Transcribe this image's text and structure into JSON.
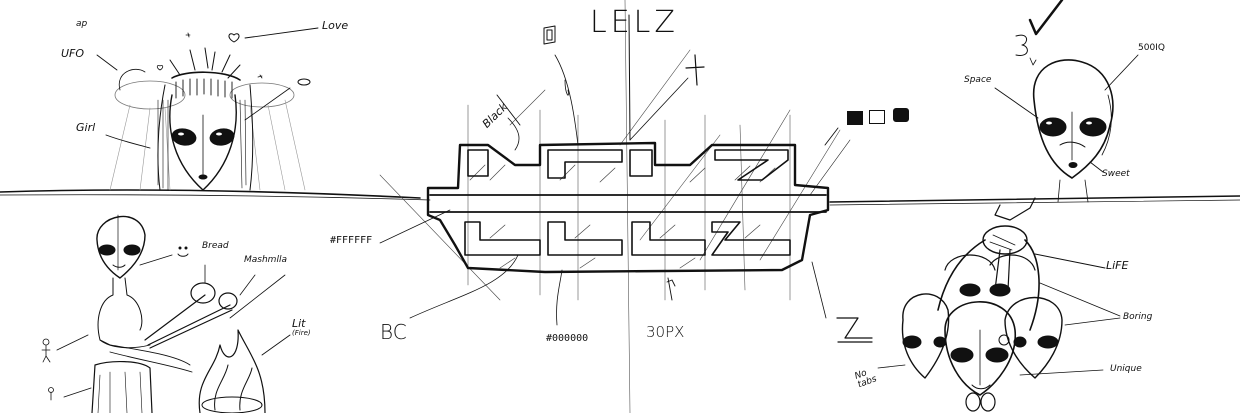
{
  "sketch": {
    "title": "LELZ",
    "colors": {
      "ink": "#111111",
      "paper": "#ffffff",
      "hatch": "#444444"
    },
    "panel_top_left": {
      "name": "alien-girl-ufo",
      "labels": {
        "ufo": "UFO",
        "ufo_sub": "ap",
        "love": "Love",
        "girl": "Girl"
      }
    },
    "panel_bottom_left": {
      "name": "alien-campfire",
      "labels": {
        "smile": ":)",
        "bread": "Bread",
        "marshmallow": "Mashmlla",
        "lit": "Lit",
        "lit_sub": "(Fire)"
      }
    },
    "panel_center": {
      "name": "lelz-logo-design",
      "labels": {
        "black": "Black",
        "white_hex": "#FFFFFF",
        "black_hex": "#000000",
        "bc": "BC",
        "size": "30PX",
        "z_glyph": "Z"
      }
    },
    "panel_top_right": {
      "name": "alien-head-portrait",
      "labels": {
        "space": "Space",
        "iq": "500IQ",
        "sweet": "Sweet",
        "number": "3"
      },
      "swatches": [
        "#111111",
        "#ffffff",
        "#111111"
      ]
    },
    "panel_bottom_right": {
      "name": "alien-group-claw",
      "labels": {
        "life": "LiFE",
        "boring": "Boring",
        "unique": "Unique",
        "no_tabs": "No tabs"
      }
    }
  }
}
